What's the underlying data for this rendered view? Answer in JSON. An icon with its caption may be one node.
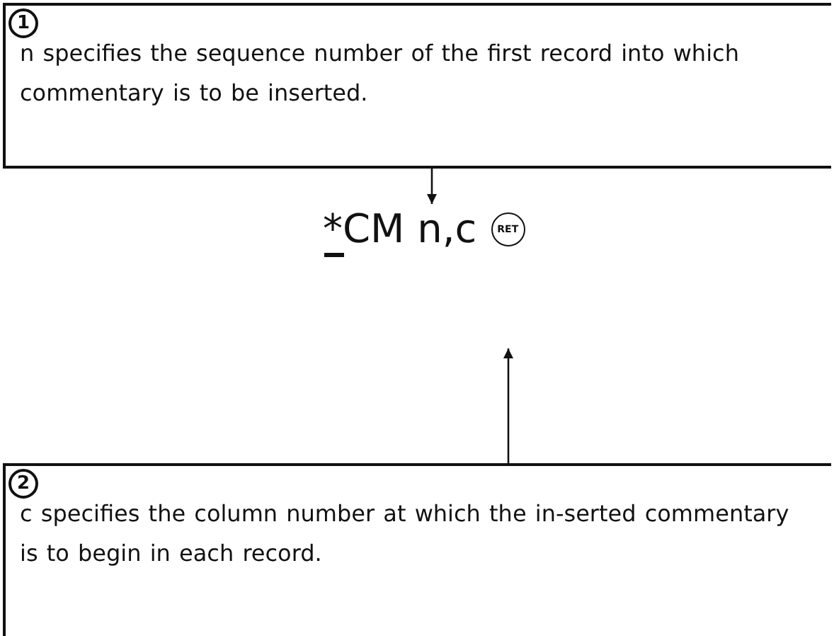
{
  "diagram": {
    "nodes": [
      {
        "text": [
          "1",
          "n specifies the sequence number of the first record into which commentary is to be inserted."
        ]
      },
      {
        "text": [
          "*CM n,c",
          "RET"
        ]
      },
      {
        "text": [
          "2",
          "c specifies the column number at which the in-serted commentary is to begin in each record."
        ]
      }
    ],
    "edges": [
      {
        "from": 0,
        "to": 1,
        "arrow": "to"
      },
      {
        "from": 2,
        "to": 1,
        "arrow": "to"
      }
    ]
  }
}
